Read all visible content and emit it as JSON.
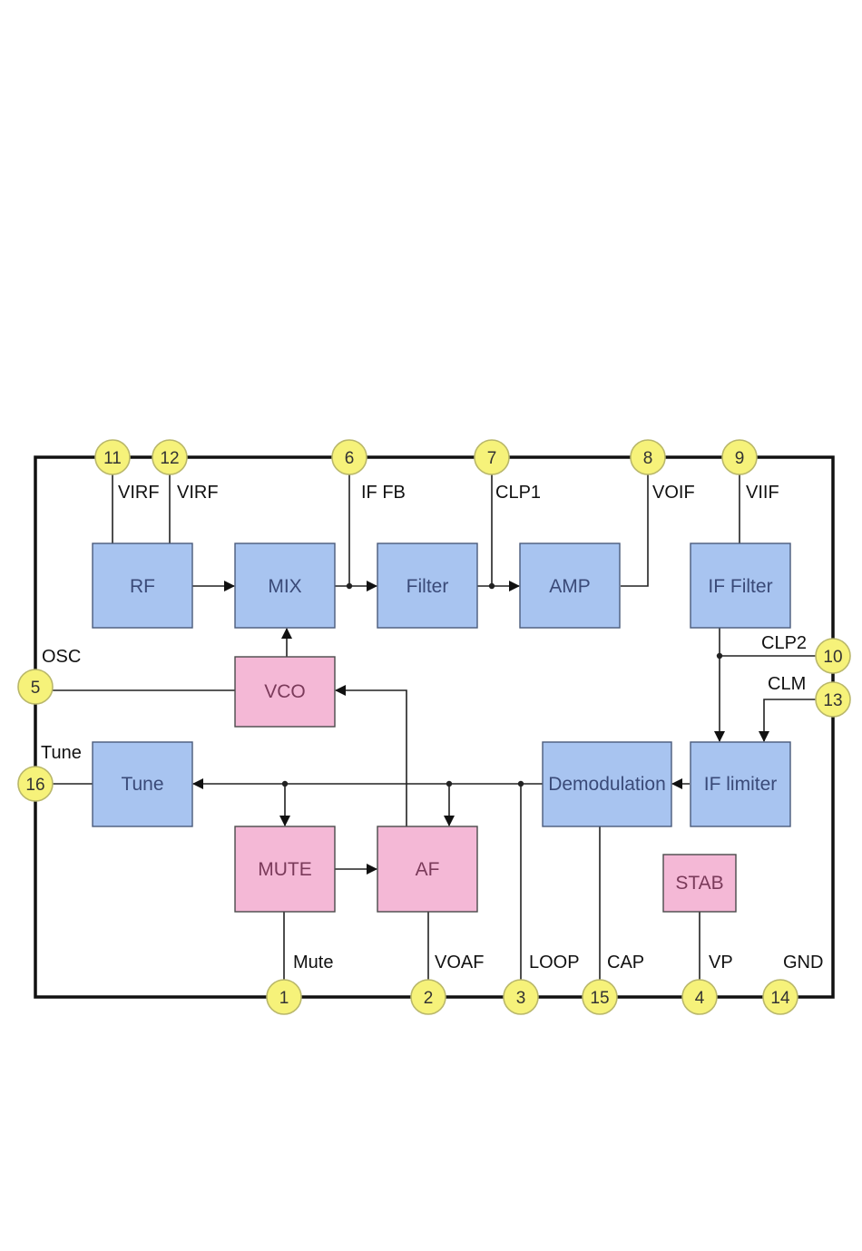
{
  "blocks": {
    "rf": "RF",
    "mix": "MIX",
    "filter": "Filter",
    "amp": "AMP",
    "if_filter": "IF Filter",
    "vco": "VCO",
    "tune": "Tune",
    "demodulation": "Demodulation",
    "if_limiter": "IF limiter",
    "mute": "MUTE",
    "af": "AF",
    "stab": "STAB"
  },
  "signals": {
    "virf_a": "VIRF",
    "virf_b": "VIRF",
    "if_fb": "IF FB",
    "clp1": "CLP1",
    "voif": "VOIF",
    "viif": "VIIF",
    "osc": "OSC",
    "clp2": "CLP2",
    "clm": "CLM",
    "tune": "Tune",
    "mute": "Mute",
    "voaf": "VOAF",
    "loop": "LOOP",
    "cap": "CAP",
    "vp": "VP",
    "gnd": "GND"
  },
  "pins": {
    "p11": "11",
    "p12": "12",
    "p6": "6",
    "p7": "7",
    "p8": "8",
    "p9": "9",
    "p5": "5",
    "p10": "10",
    "p13": "13",
    "p16": "16",
    "p1": "1",
    "p2": "2",
    "p3": "3",
    "p15": "15",
    "p4": "4",
    "p14": "14"
  },
  "colors": {
    "block_blue": "#a8c4f0",
    "block_pink": "#f4b8d6",
    "pin_yellow": "#f6f27a"
  }
}
